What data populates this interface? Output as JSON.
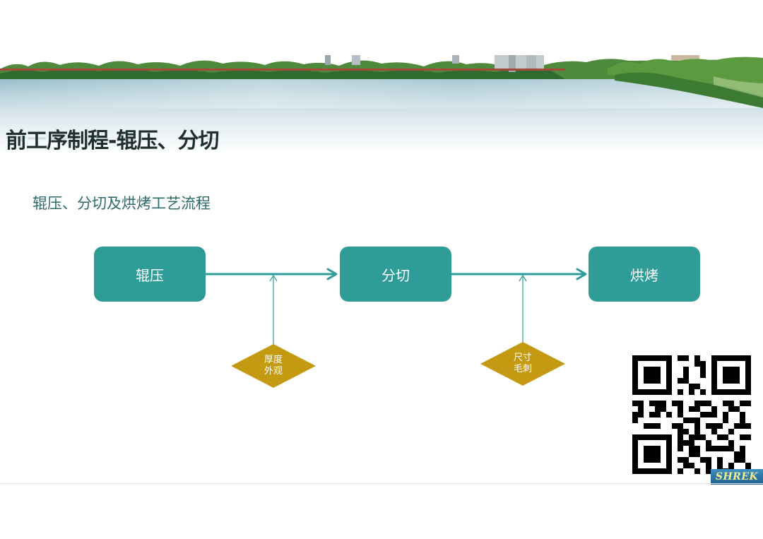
{
  "slide": {
    "title": "前工序制程-辊压、分切",
    "subtitle": "辊压、分切及烘烤工艺流程"
  },
  "flow": {
    "steps": [
      "辊压",
      "分切",
      "烘烤"
    ],
    "checkpoints": [
      {
        "line1": "厚度",
        "line2": "外观"
      },
      {
        "line1": "尺寸",
        "line2": "毛刺"
      }
    ]
  },
  "logo": {
    "text": "SHREK"
  },
  "colors": {
    "box": "#2f9c98",
    "arrow": "#2f9c98",
    "diamond": "#c39a12",
    "title": "#1f2f2f",
    "subtitle": "#2f6a6a"
  }
}
